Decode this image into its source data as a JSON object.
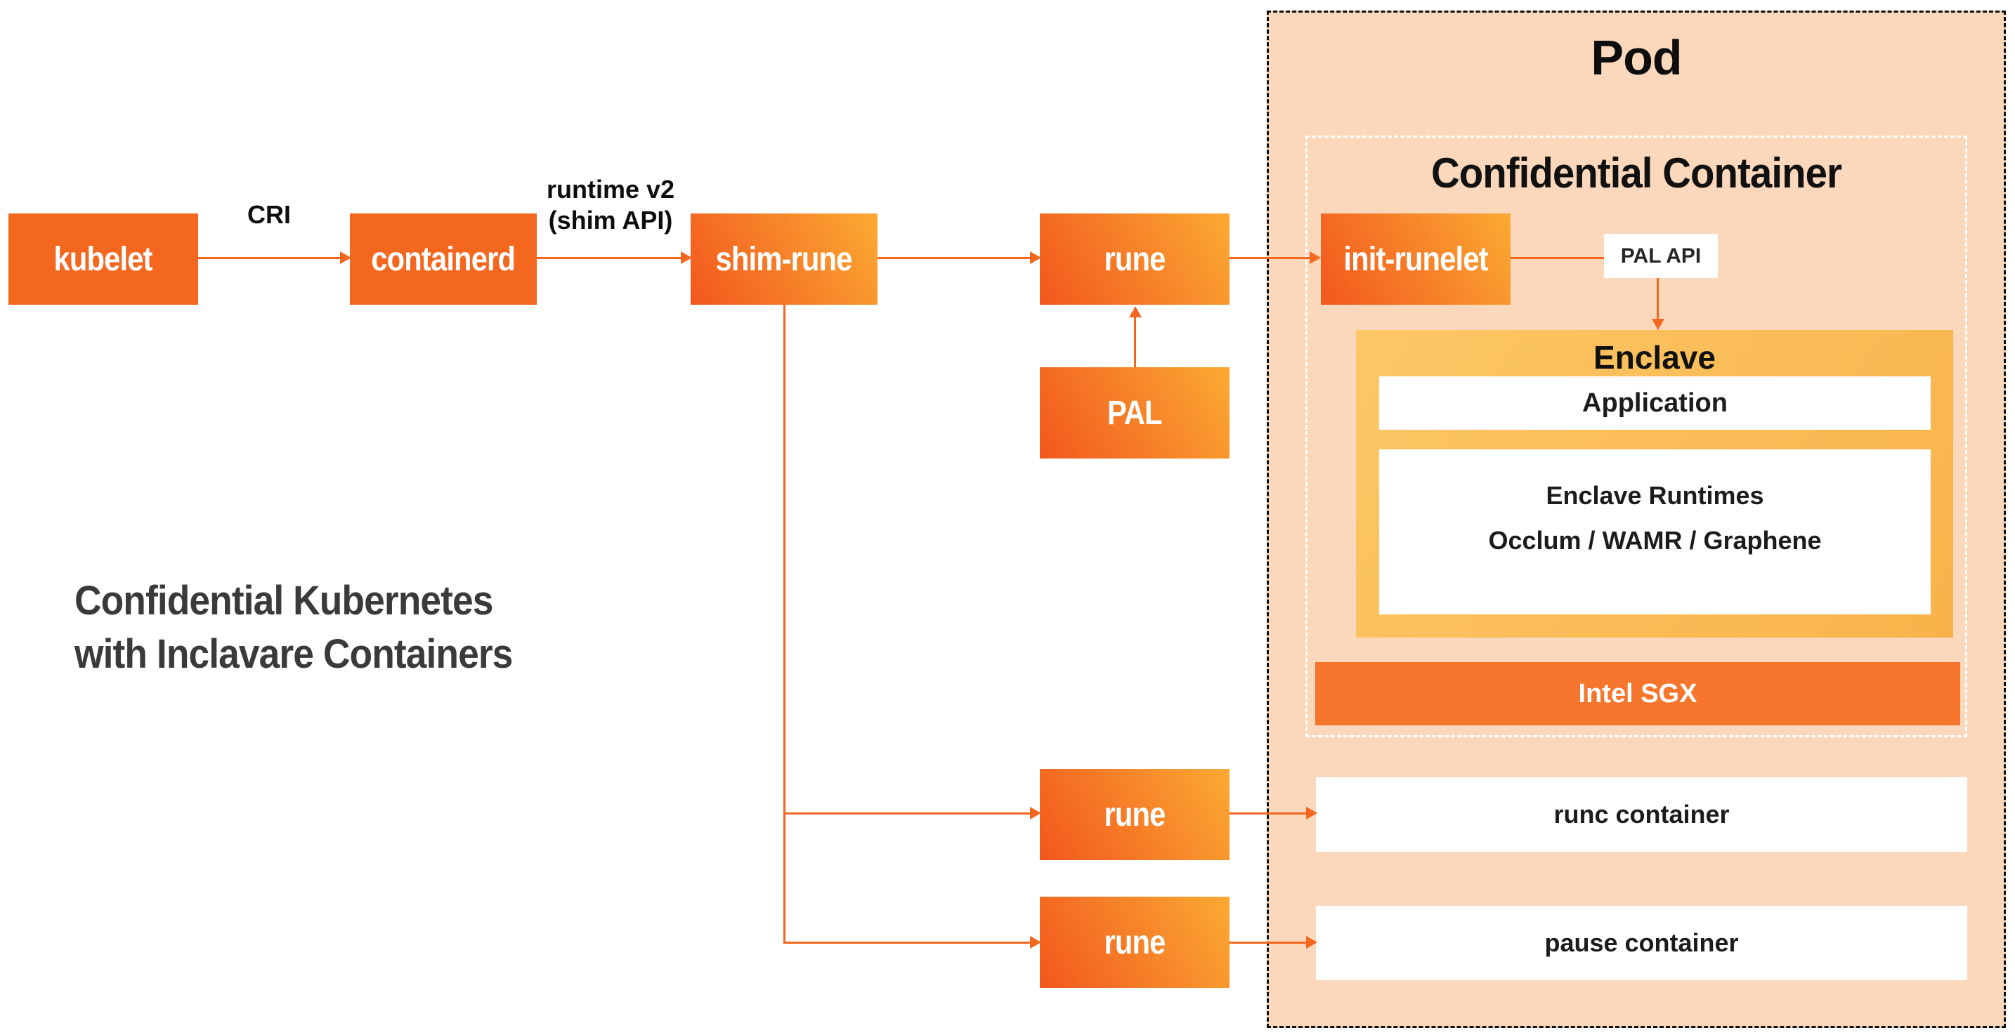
{
  "caption": {
    "line1": "Confidential Kubernetes",
    "line2": "with Inclavare Containers"
  },
  "nodes": {
    "kubelet": "kubelet",
    "containerd": "containerd",
    "shim_rune": "shim-rune",
    "rune_top": "rune",
    "pal": "PAL",
    "init_runelet": "init-runelet",
    "pal_api": "PAL API",
    "rune_middle": "rune",
    "rune_bottom": "rune"
  },
  "edges": {
    "cri": "CRI",
    "runtime_v2_line1": "runtime v2",
    "runtime_v2_line2": "(shim API)"
  },
  "pod": {
    "title": "Pod",
    "confidential_container_title": "Confidential Container",
    "enclave_title": "Enclave",
    "application": "Application",
    "enclave_runtimes_line1": "Enclave Runtimes",
    "enclave_runtimes_line2": "Occlum / WAMR / Graphene",
    "intel_sgx": "Intel SGX",
    "runc_container": "runc container",
    "pause_container": "pause container"
  },
  "colors": {
    "accent_orange": "#f4671e",
    "node_grad_from": "#f2571d",
    "node_grad_to": "#fbaa33",
    "pod_bg": "#fbd8bc",
    "enclave_from": "#fcc766",
    "enclave_to": "#f9b24a",
    "sgx_orange": "#f5762c",
    "text_black": "#1c1c1c",
    "caption_gray": "#3a3a3a"
  }
}
